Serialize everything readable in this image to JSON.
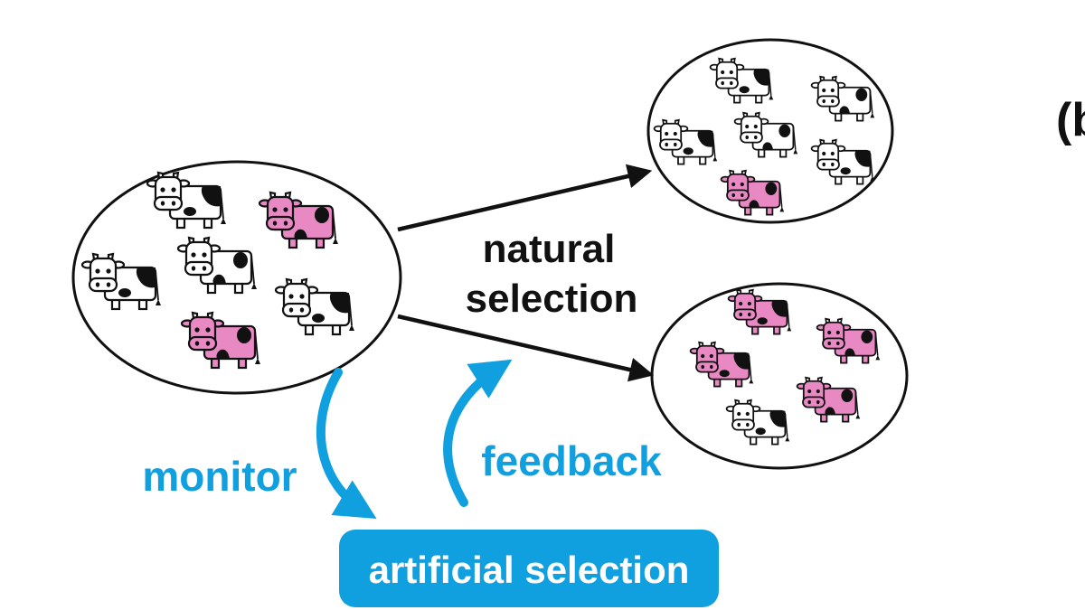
{
  "labels": {
    "natural_line1": "natural",
    "natural_line2": "selection",
    "monitor": "monitor",
    "feedback": "feedback",
    "artificial": "artificial selection",
    "panel_tag": "(b"
  },
  "colors": {
    "accent": "#109fdf",
    "ink": "#111111",
    "pink": "#e989c4",
    "white_cow": "#ffffff"
  },
  "populations": {
    "source": [
      "white",
      "pink",
      "white",
      "white",
      "white",
      "pink"
    ],
    "top_result": [
      "white",
      "white",
      "white",
      "white",
      "white",
      "pink"
    ],
    "bottom_result": [
      "pink",
      "pink",
      "pink",
      "pink",
      "white"
    ]
  }
}
